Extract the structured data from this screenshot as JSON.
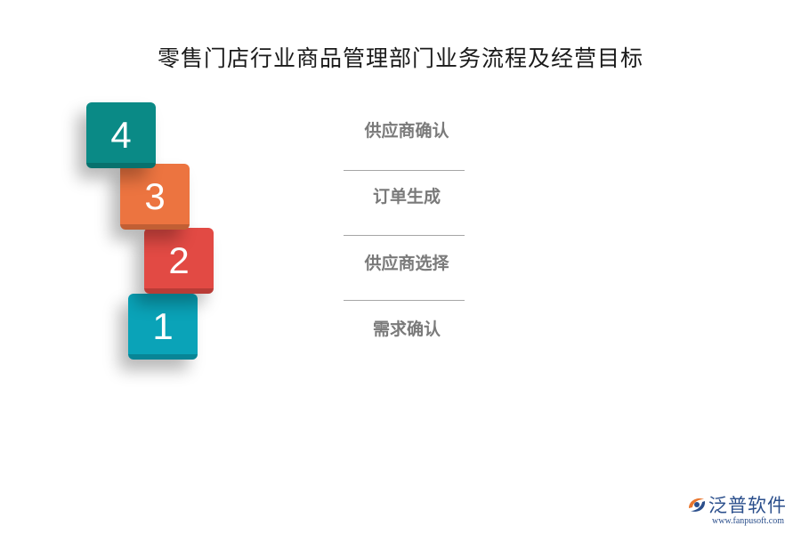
{
  "title": "零售门店行业商品管理部门业务流程及经营目标",
  "steps": [
    {
      "number": "1",
      "label": "需求确认",
      "color": "#0aa3b8"
    },
    {
      "number": "2",
      "label": "供应商选择",
      "color": "#e24a44"
    },
    {
      "number": "3",
      "label": "订单生成",
      "color": "#ec7440"
    },
    {
      "number": "4",
      "label": "供应商确认",
      "color": "#0a8a86"
    }
  ],
  "logo": {
    "name": "泛普软件",
    "url": "www.fanpusoft.com",
    "color": "#2b4f8c",
    "accent": "#e9762d"
  }
}
